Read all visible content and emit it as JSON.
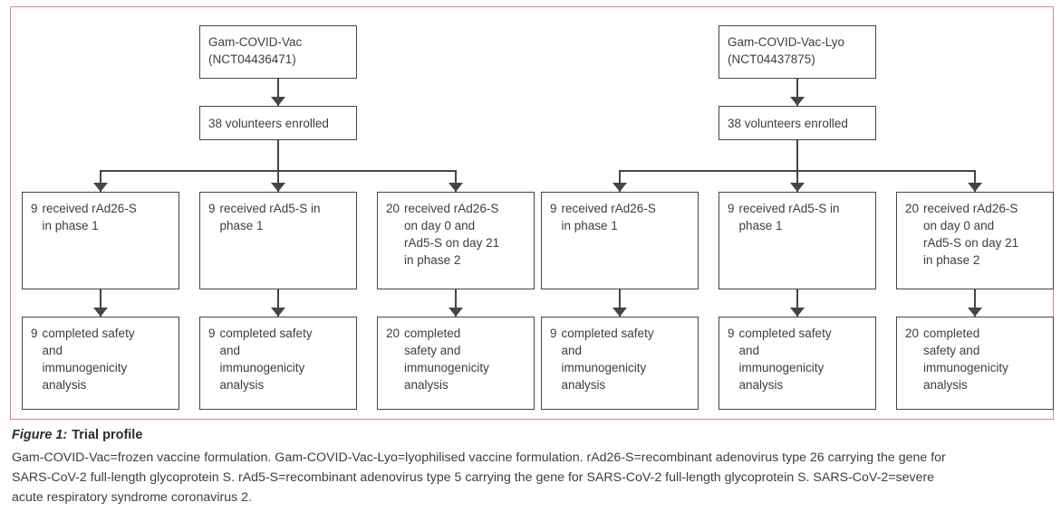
{
  "figure": {
    "colors": {
      "frame": "#de82a5",
      "line": "#454547",
      "text": "#3d3e40"
    },
    "charts": [
      {
        "title": "Gam-COVID-Vac\n(NCT04436471)",
        "enrolled": "38 volunteers enrolled",
        "arms": [
          {
            "received_count": "9",
            "received_text": "received rAd26-S\nin phase 1",
            "completed_count": "9",
            "completed_text": "completed safety\nand\nimmunogenicity\nanalysis"
          },
          {
            "received_count": "9",
            "received_text": "received rAd5-S in\nphase 1",
            "completed_count": "9",
            "completed_text": "completed safety\nand\nimmunogenicity\nanalysis"
          },
          {
            "received_count": "20",
            "received_text": "received rAd26-S\non day 0 and\nrAd5-S on day 21\nin phase 2",
            "completed_count": "20",
            "completed_text": "completed\nsafety and\nimmunogenicity\nanalysis"
          }
        ]
      },
      {
        "title": "Gam-COVID-Vac-Lyo\n(NCT04437875)",
        "enrolled": "38 volunteers enrolled",
        "arms": [
          {
            "received_count": "9",
            "received_text": "received rAd26-S\nin phase 1",
            "completed_count": "9",
            "completed_text": "completed safety\nand\nimmunogenicity\nanalysis"
          },
          {
            "received_count": "9",
            "received_text": "received rAd5-S in\nphase 1",
            "completed_count": "9",
            "completed_text": "completed safety\nand\nimmunogenicity\nanalysis"
          },
          {
            "received_count": "20",
            "received_text": "received rAd26-S\non day 0 and\nrAd5-S on day 21\nin phase 2",
            "completed_count": "20",
            "completed_text": "completed\nsafety and\nimmunogenicity\nanalysis"
          }
        ]
      }
    ]
  },
  "caption": {
    "label": "Figure 1:",
    "title": "Trial profile",
    "body": "Gam-COVID-Vac=frozen vaccine formulation. Gam-COVID-Vac-Lyo=lyophilised vaccine formulation. rAd26-S=recombinant adenovirus type 26 carrying the gene for\nSARS-CoV-2 full-length glycoprotein S. rAd5-S=recombinant adenovirus type 5 carrying the gene for SARS-CoV-2 full-length glycoprotein S. SARS-CoV-2=severe\nacute respiratory syndrome coronavirus 2."
  }
}
